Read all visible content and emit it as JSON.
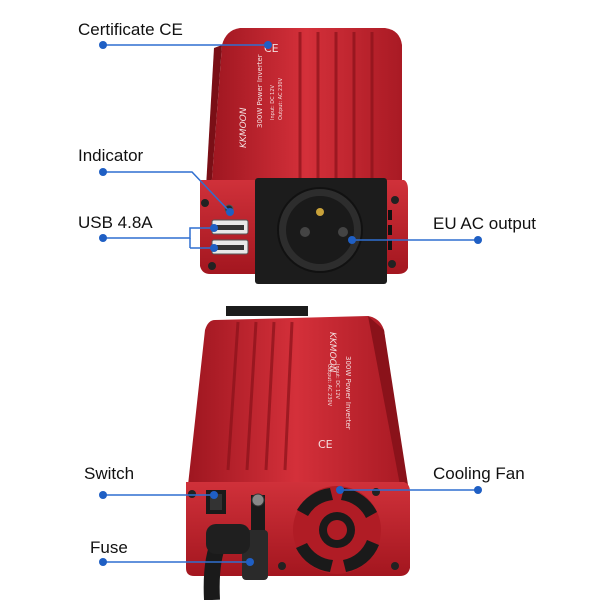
{
  "callouts": {
    "certificate": "Certificate CE",
    "indicator": "Indicator",
    "usb": "USB 4.8A",
    "eu_ac_output": "EU AC output",
    "switch": "Switch",
    "cooling_fan": "Cooling Fan",
    "fuse": "Fuse"
  },
  "device": {
    "brand": "KKMOON",
    "model": "300W Power Inverter",
    "spec_input": "Input:  DC 12V",
    "spec_output": "Output:  AC 230V",
    "ce_mark": "CE"
  },
  "colors": {
    "body_red": "#c4202a",
    "body_dark": "#8c1219",
    "callout_line": "#2f6fd0",
    "callout_dot": "#1f5fc4"
  }
}
